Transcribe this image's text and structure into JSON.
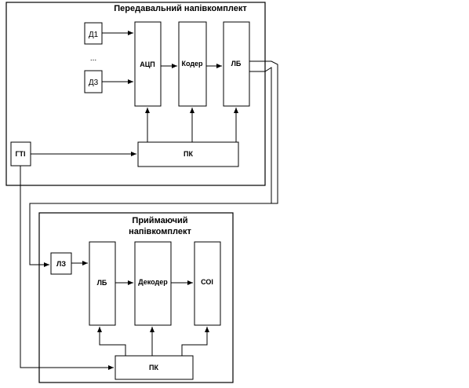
{
  "transmitter": {
    "title": "Передавальний напівкомплект",
    "sensor_1": "Д1",
    "ellipsis": "...",
    "sensor_3": "Д3",
    "adc": "АЦП",
    "coder": "Кодер",
    "line_block": "ЛБ",
    "control": "ПК",
    "clock": "ГТІ"
  },
  "receiver": {
    "title_line1": "Приймаючий",
    "title_line2": "напівкомплект",
    "delay_line": "ЛЗ",
    "line_block": "ЛБ",
    "decoder": "Декодер",
    "output": "СОІ",
    "control": "ПК"
  }
}
